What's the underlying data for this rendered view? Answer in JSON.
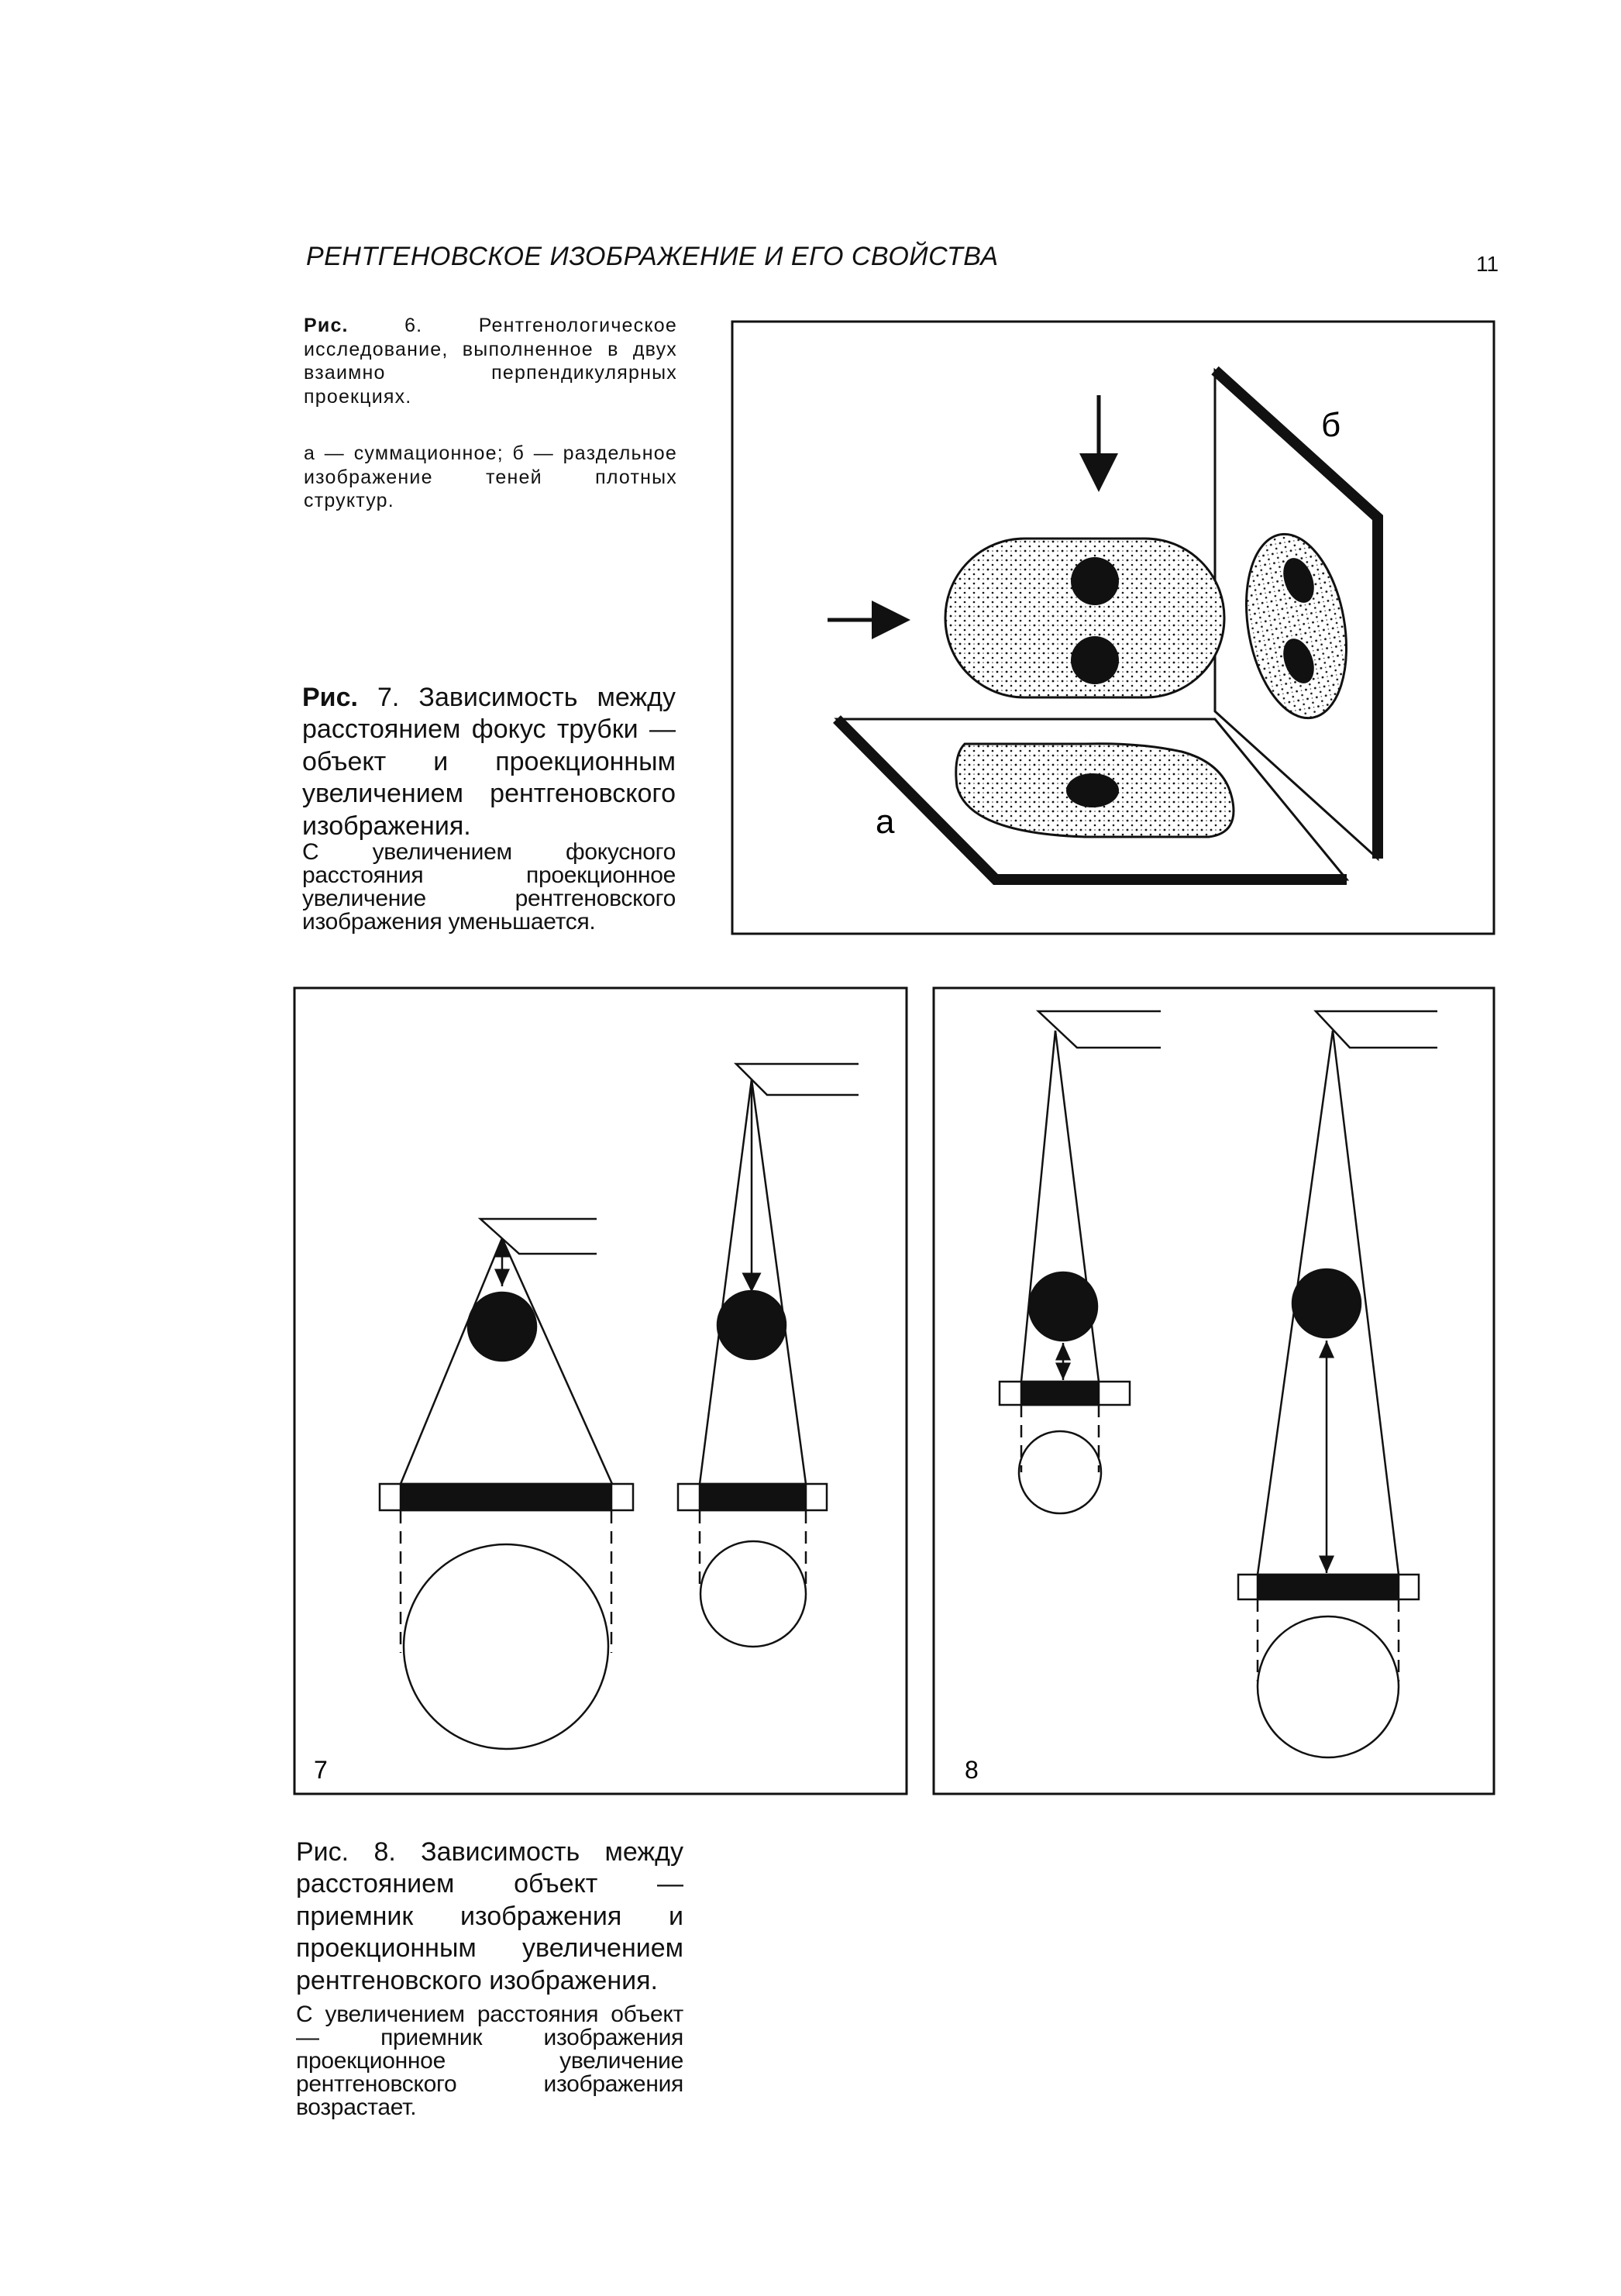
{
  "header": {
    "running_title": "РЕНТГЕНОВСКОЕ ИЗОБРАЖЕНИЕ И ЕГО СВОЙСТВА",
    "page_number": "11"
  },
  "fig6": {
    "caption_lead": "Рис.",
    "caption_text": "6. Рентгенологическое исследование, выполненное в двух взаимно перпендикулярных проекциях.",
    "legend": "а — суммационное; б — раздельное изображение теней плотных структур.",
    "label_a": "а",
    "label_b": "б"
  },
  "fig7": {
    "caption_lead": "Рис.",
    "caption_text": "7. Зависимость между расстоянием фокус трубки — объект и проекционным увеличением рентгеновского изображения.",
    "note": "С увеличением фокусного расстояния проекционное увеличение рентгеновского изображения уменьшается.",
    "panel_number": "7"
  },
  "fig8": {
    "caption_text": "Рис. 8. Зависимость между расстоянием объект — приемник изображения и проекционным увеличением рентгеновского изображения.",
    "note": "С увеличением расстояния объект — приемник изображения проекционное увеличение рентгеновского изображения возрастает.",
    "panel_number": "8"
  }
}
